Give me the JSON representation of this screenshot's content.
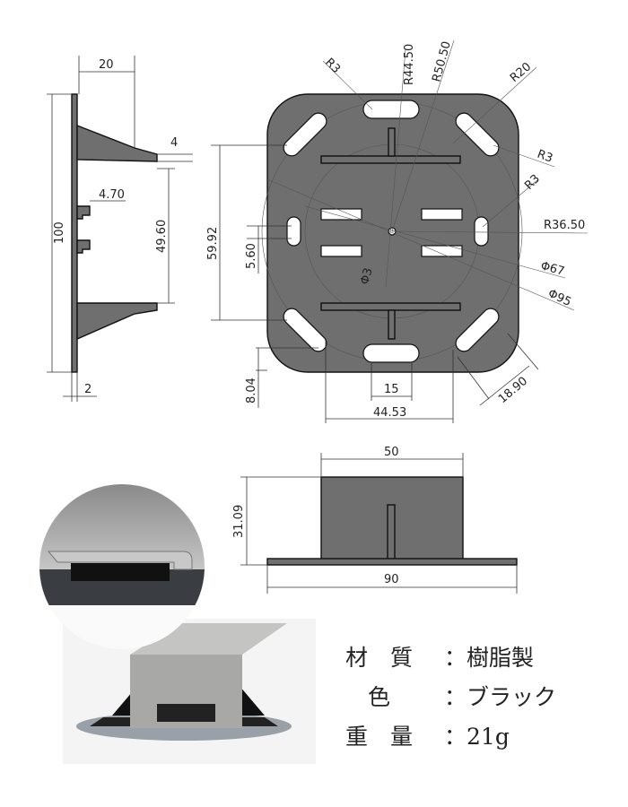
{
  "side_view": {
    "dims": {
      "width_top": "20",
      "gap": "4",
      "slot": "4.70",
      "height": "100",
      "inner": "49.60",
      "base": "2"
    }
  },
  "top_view": {
    "dims": {
      "r3_a": "R3",
      "r44": "R44.50",
      "r50": "R50.50",
      "r20": "R20",
      "r3_b": "R3",
      "r3_c": "R3",
      "r36": "R36.50",
      "d67": "Φ67",
      "d95": "Φ95",
      "d3": "Φ3",
      "h5992": "59.92",
      "h560": "5.60",
      "h804": "8.04",
      "w15": "15",
      "w4453": "44.53",
      "s1890": "18.90"
    }
  },
  "front_view": {
    "dims": {
      "top": "50",
      "height": "31.09",
      "base": "90"
    }
  },
  "specs": [
    {
      "label": "材　質",
      "sep": "：",
      "value": "樹脂製"
    },
    {
      "label": "　色　",
      "sep": "：",
      "value": "ブラック"
    },
    {
      "label": "重　量",
      "sep": "：",
      "value": "21g"
    }
  ],
  "colors": {
    "part": "#6f6f6f"
  }
}
